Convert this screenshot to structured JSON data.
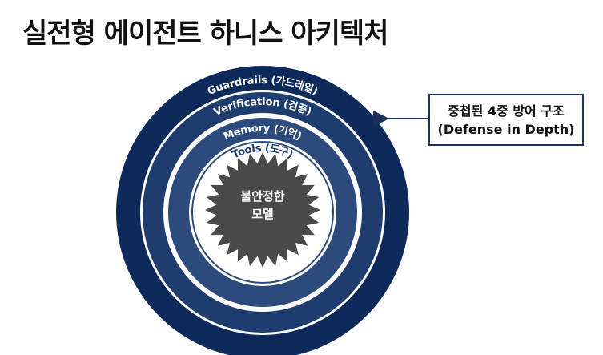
{
  "title": "실전형 에이전트 하니스 아키텍처",
  "layers": {
    "guardrails": "Guardrails (가드레일)",
    "verification": "Verification (검증)",
    "memory": "Memory (기억)",
    "tools": "Tools (도구)"
  },
  "core": {
    "line1": "불안정한",
    "line2": "모델"
  },
  "callout": {
    "line1": "중첩된 4중 방어 구조",
    "line2": "(Defense in Depth)"
  },
  "colors": {
    "guardrails": "#0e2a5a",
    "verification": "#1e3c6e",
    "memory": "#2c4b7c",
    "core": "#4a4a4a"
  }
}
